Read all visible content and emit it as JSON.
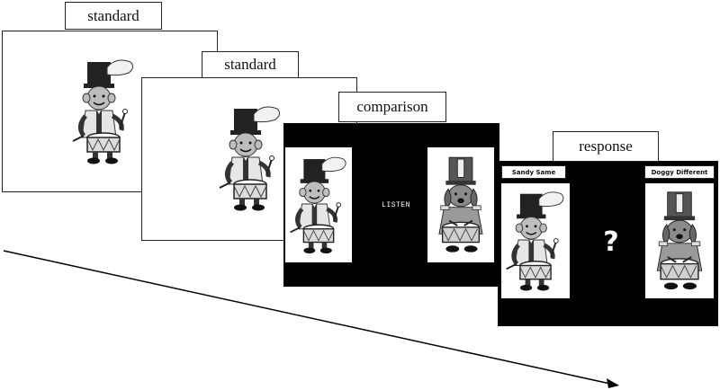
{
  "frames": [
    {
      "label": "standard"
    },
    {
      "label": "standard"
    },
    {
      "label": "comparison",
      "center_text": "LISTEN"
    },
    {
      "label": "response",
      "left_name": "Sandy Same",
      "right_name": "Doggy Different",
      "center_symbol": "?"
    }
  ],
  "icons": {
    "drummer": "drummer-boy-icon",
    "dog": "drummer-dog-icon",
    "arrow": "time-arrow-icon"
  }
}
